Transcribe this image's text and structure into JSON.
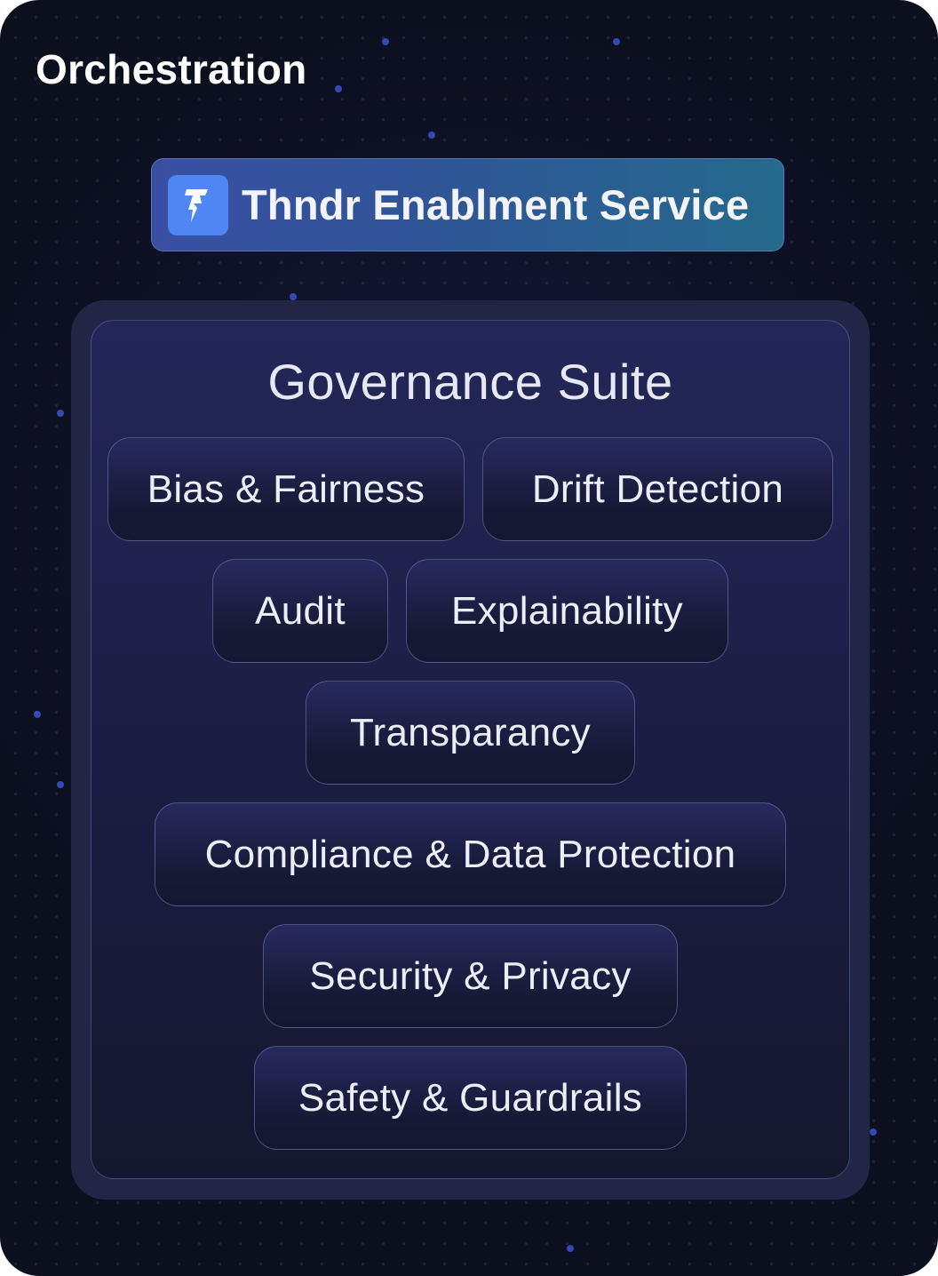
{
  "header": {
    "title": "Orchestration"
  },
  "service": {
    "name": "Thndr Enablment Service",
    "logo_icon": "lightning-bolt-icon",
    "logo_color": "#4f86f3"
  },
  "suite": {
    "title": "Governance Suite",
    "modules": [
      {
        "label": "Bias & Fairness"
      },
      {
        "label": "Drift Detection"
      },
      {
        "label": "Audit"
      },
      {
        "label": "Explainability"
      },
      {
        "label": "Transparancy"
      },
      {
        "label": "Compliance & Data Protection"
      },
      {
        "label": "Security & Privacy"
      },
      {
        "label": "Safety & Guardrails"
      }
    ]
  },
  "colors": {
    "background": "#0c0f1e",
    "suite_panel": "#232758",
    "accent_dot": "#3f58d8"
  }
}
